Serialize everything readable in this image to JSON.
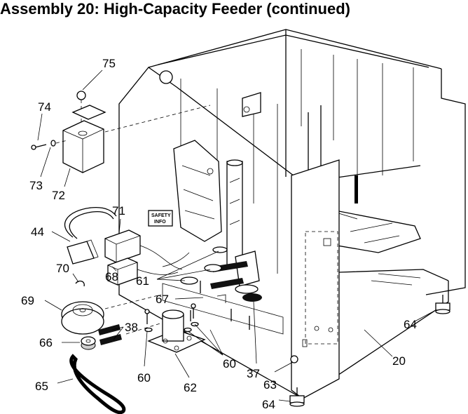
{
  "title": "Assembly 20: High-Capacity Feeder (continued)",
  "safety_label": [
    "SAFETY",
    "INFO"
  ],
  "callouts": {
    "c75": "75",
    "c74": "74",
    "c73": "73",
    "c72": "72",
    "c44": "44",
    "c71": "71",
    "c70": "70",
    "c68": "68",
    "c69": "69",
    "c61": "61",
    "c67": "67",
    "c38": "38",
    "c66": "66",
    "c60a": "60",
    "c60b": "60",
    "c62": "62",
    "c65": "65",
    "c37": "37",
    "c63": "63",
    "c64a": "64",
    "c64b": "64",
    "c20": "20"
  }
}
